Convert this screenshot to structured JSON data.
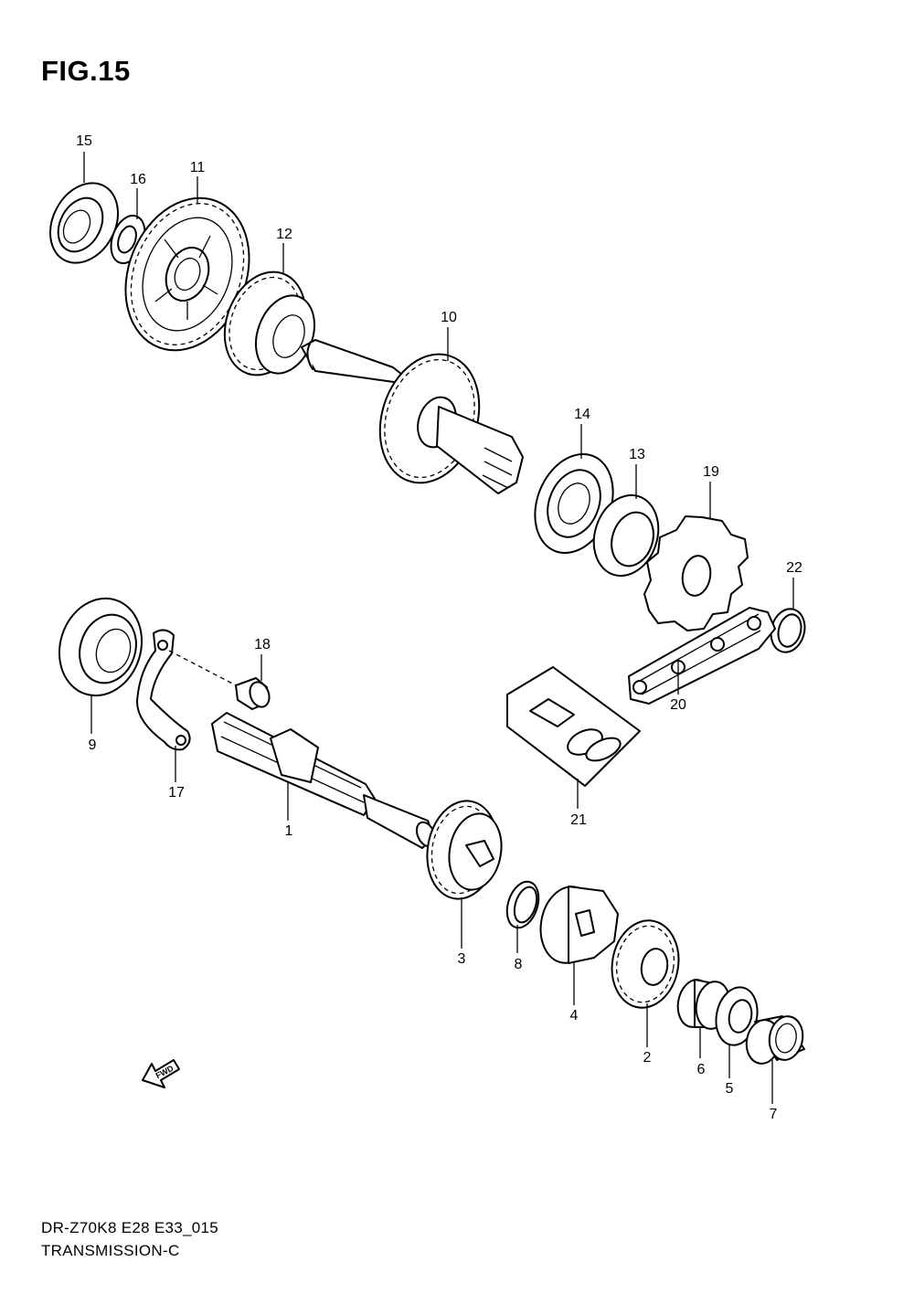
{
  "figure": {
    "title": "FIG.15",
    "model_code": "DR-Z70K8 E28 E33_015",
    "section_name": "TRANSMISSION-C",
    "direction_label": "FWD"
  },
  "callouts": [
    {
      "id": "p1",
      "number": "1"
    },
    {
      "id": "p2",
      "number": "2"
    },
    {
      "id": "p3",
      "number": "3"
    },
    {
      "id": "p4",
      "number": "4"
    },
    {
      "id": "p5",
      "number": "5"
    },
    {
      "id": "p6",
      "number": "6"
    },
    {
      "id": "p7",
      "number": "7"
    },
    {
      "id": "p8",
      "number": "8"
    },
    {
      "id": "p9",
      "number": "9"
    },
    {
      "id": "p10",
      "number": "10"
    },
    {
      "id": "p11",
      "number": "11"
    },
    {
      "id": "p12",
      "number": "12"
    },
    {
      "id": "p13",
      "number": "13"
    },
    {
      "id": "p14",
      "number": "14"
    },
    {
      "id": "p15",
      "number": "15"
    },
    {
      "id": "p16",
      "number": "16"
    },
    {
      "id": "p17",
      "number": "17"
    },
    {
      "id": "p18",
      "number": "18"
    },
    {
      "id": "p19",
      "number": "19"
    },
    {
      "id": "p20",
      "number": "20"
    },
    {
      "id": "p21",
      "number": "21"
    },
    {
      "id": "p22",
      "number": "22"
    }
  ]
}
